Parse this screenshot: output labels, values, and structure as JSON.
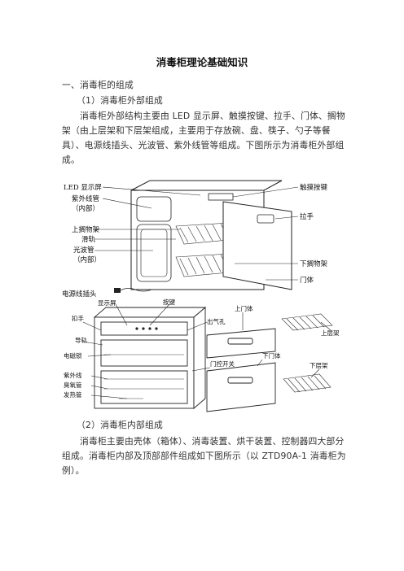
{
  "doc": {
    "title": "消毒柜理论基础知识",
    "h1": "一、消毒柜的组成",
    "h2a": "（1）消毒柜外部组成",
    "para1": "消毒柜外部结构主要由 LED 显示屏、触摸按键、拉手、门体、搁物架（由上层架和下层架组成，主要用于存放碗、盘、筷子、勺子等餐具）、电源线插头、光波管、紫外线管等组成。下图所示为消毒柜外部组成。",
    "h2b": "（2）消毒柜内部组成",
    "para2": "消毒柜主要由壳体（箱体）、消毒装置、烘干装置、控制器四大部分组成。消毒柜内部及顶部部件组成如下图所示（以 ZTD90A-1 消毒柜为例）。"
  },
  "figure1": {
    "labels": {
      "led": "LED 显示屏",
      "uv": "紫外线管",
      "uv_sub": "（内部）",
      "upper_rack": "上搁物架",
      "rail": "滑轨",
      "lightwave": "光波管",
      "lightwave_sub": "（内部）",
      "plug": "电源线插头",
      "touch": "触摸按键",
      "handle": "拉手",
      "lower_rack": "下搁物架",
      "door": "门体"
    }
  },
  "figure2": {
    "labels": {
      "display": "显示屏",
      "buttons": "按键",
      "buckle": "扣手",
      "guide": "导轨",
      "lock": "电磁锁",
      "uv": "紫外线",
      "ozone": "臭氧管",
      "heater": "发热管",
      "vent": "出气孔",
      "upper_door": "上门体",
      "door_switch": "门控开关",
      "lower_door": "下门体",
      "upper_shelf": "上层架",
      "lower_shelf": "下层架"
    }
  }
}
